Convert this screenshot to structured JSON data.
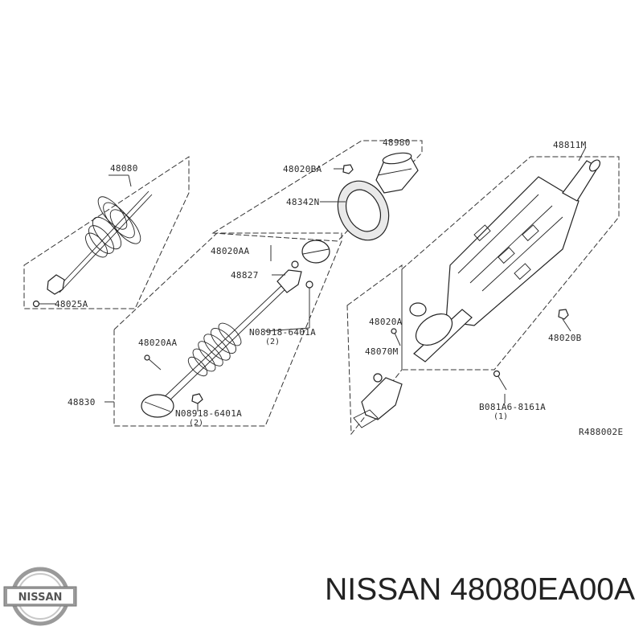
{
  "diagram": {
    "labels": {
      "p48080": "48080",
      "p48025A": "48025A",
      "p48020BA": "48020BA",
      "p48980": "48980",
      "p48342N": "48342N",
      "p48020AA_top": "48020AA",
      "p48827": "48827",
      "p48020AA_left": "48020AA",
      "p48830": "48830",
      "p08918_upper": "N08918-6401A",
      "p08918_upper_qty": "(2)",
      "p08918_lower": "N08918-6401A",
      "p08918_lower_qty": "(2)",
      "p48811M": "48811M",
      "p48020A": "48020A",
      "p48070M": "48070M",
      "p48020B": "48020B",
      "p081A6": "B081A6-8161A",
      "p081A6_qty": "(1)",
      "ref": "R488002E"
    }
  },
  "brand": {
    "logo_text": "NISSAN"
  },
  "caption": "NISSAN 48080EA00A",
  "colors": {
    "ink": "#2a2a2a",
    "logo_silver": "#9a9a9a"
  }
}
